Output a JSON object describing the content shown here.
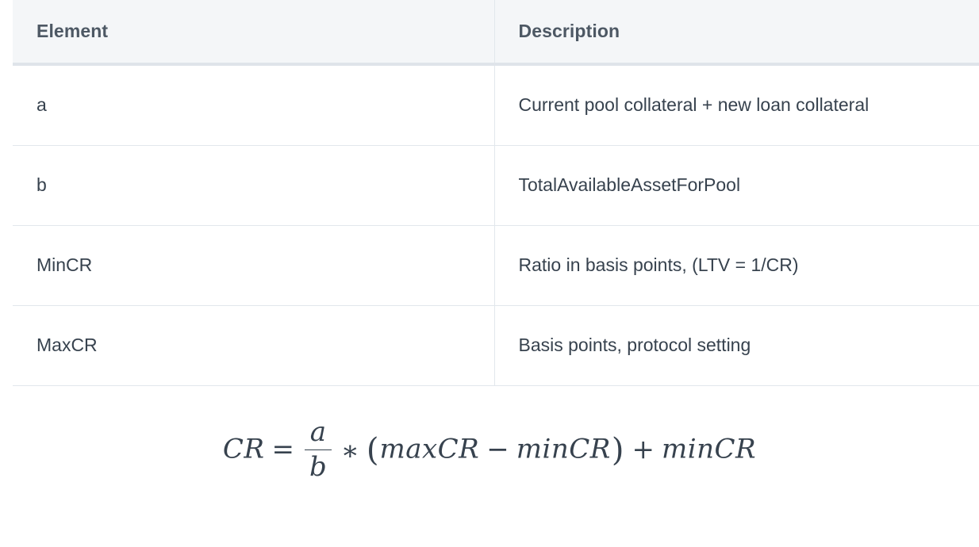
{
  "table": {
    "columns": [
      {
        "key": "element",
        "label": "Element"
      },
      {
        "key": "description",
        "label": "Description"
      }
    ],
    "rows": [
      {
        "element": "a",
        "description": "Current pool collateral + new loan collateral"
      },
      {
        "element": "b",
        "description": "TotalAvailableAssetForPool"
      },
      {
        "element": "MinCR",
        "description": "Ratio in basis points, (LTV = 1/CR)"
      },
      {
        "element": "MaxCR",
        "description": "Basis points, protocol setting"
      }
    ]
  },
  "formula": {
    "plain": "CR = a/b * (maxCR - minCR) + minCR",
    "latex": "CR = \\frac{a}{b} * (maxCR - minCR) + minCR",
    "parts": {
      "lhs": "CR",
      "equals": "=",
      "numerator": "a",
      "denominator": "b",
      "times": "∗",
      "open_paren": "(",
      "max": "maxCR",
      "minus": "−",
      "min": "minCR",
      "close_paren": ")",
      "plus": "+",
      "trailing_min": "minCR"
    }
  },
  "colors": {
    "header_background": "#f4f6f8",
    "header_text": "#4d5864",
    "body_text": "#37424e",
    "border": "#e2e7ec",
    "header_border": "#dfe4ea",
    "page_background": "#ffffff"
  }
}
